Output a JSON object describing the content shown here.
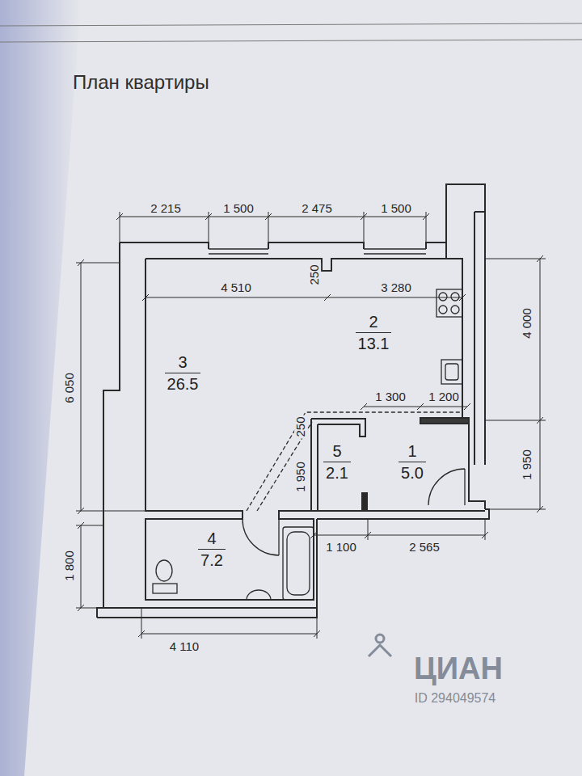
{
  "diagram": {
    "title": "План квартиры",
    "nodes": [
      {
        "text": [
          "2",
          "13.1"
        ]
      },
      {
        "text": [
          "3",
          "26.5"
        ]
      },
      {
        "text": [
          "5",
          "2.1"
        ]
      },
      {
        "text": [
          "1",
          "5.0"
        ]
      },
      {
        "text": [
          "4",
          "7.2"
        ]
      }
    ],
    "labels": [
      "2 215",
      "1 500",
      "2 475",
      "1 500",
      "250",
      "4 510",
      "3 280",
      "4 000",
      "6 050",
      "1 300",
      "1 200",
      "250",
      "1 950",
      "1 950",
      "1 800",
      "1 100",
      "2 565",
      "4 110",
      "ЦИАН",
      "ID 294049574"
    ]
  }
}
